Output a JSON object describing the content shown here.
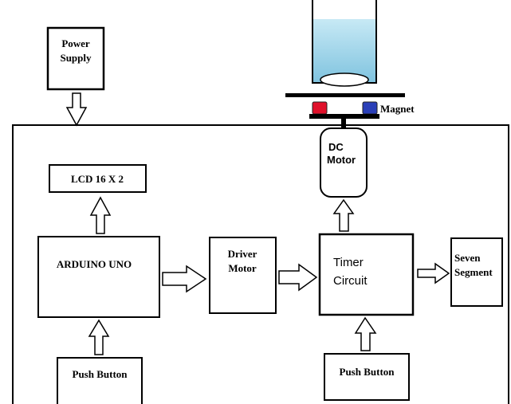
{
  "power_supply": {
    "line1": "Power",
    "line2": "Supply"
  },
  "magnet_label": "Magnet",
  "dc_motor": {
    "line1": "DC",
    "line2": "Motor"
  },
  "lcd": {
    "label": "LCD 16 X 2"
  },
  "arduino": {
    "label": "ARDUINO UNO"
  },
  "driver_motor": {
    "line1": "Driver",
    "line2": "Motor"
  },
  "timer_circuit": {
    "line1": "Timer",
    "line2": "Circuit"
  },
  "seven_segment": {
    "line1": "Seven",
    "line2": "Segment"
  },
  "push_button_left": {
    "label": "Push Button"
  },
  "push_button_right": {
    "label": "Push Button"
  },
  "colors": {
    "water": "#a9d9ec",
    "water_stroke": "#2f6f8f",
    "magnet_red": "#e0102a",
    "magnet_blue": "#2a3fb8"
  }
}
